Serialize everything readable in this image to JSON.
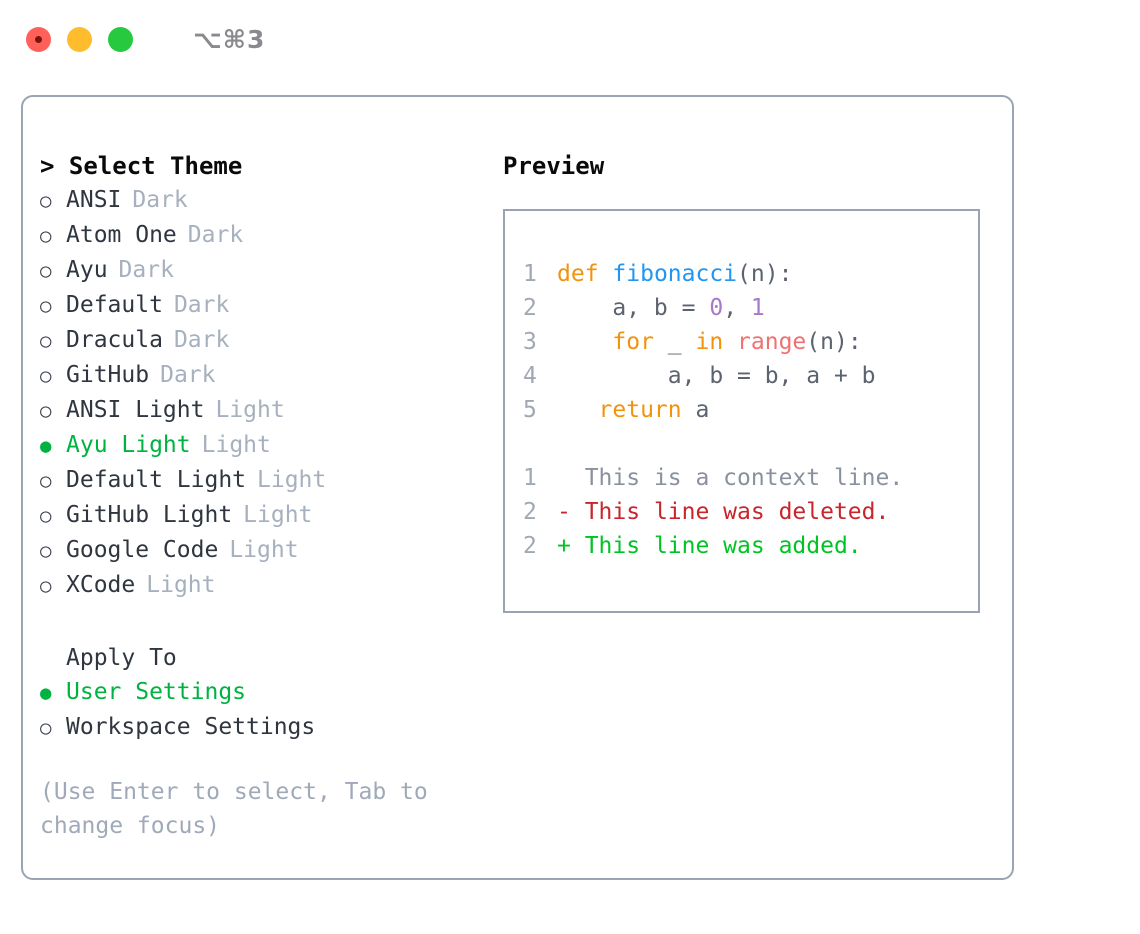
{
  "titlebar": {
    "shortcut": "⌥⌘3",
    "buttons": [
      {
        "name": "close",
        "color": "#FF6059"
      },
      {
        "name": "minimize",
        "color": "#FFBD2E"
      },
      {
        "name": "maximize",
        "color": "#27C93F"
      }
    ]
  },
  "theme_list": {
    "header": "> Select Theme",
    "items": [
      {
        "bullet": "○",
        "label": "ANSI",
        "category": "Dark",
        "selected": false
      },
      {
        "bullet": "○",
        "label": "Atom One",
        "category": "Dark",
        "selected": false
      },
      {
        "bullet": "○",
        "label": "Ayu",
        "category": "Dark",
        "selected": false
      },
      {
        "bullet": "○",
        "label": "Default",
        "category": "Dark",
        "selected": false
      },
      {
        "bullet": "○",
        "label": "Dracula",
        "category": "Dark",
        "selected": false
      },
      {
        "bullet": "○",
        "label": "GitHub",
        "category": "Dark",
        "selected": false
      },
      {
        "bullet": "○",
        "label": "ANSI Light",
        "category": "Light",
        "selected": false
      },
      {
        "bullet": "●",
        "label": "Ayu Light",
        "category": "Light",
        "selected": true
      },
      {
        "bullet": "○",
        "label": "Default Light",
        "category": "Light",
        "selected": false
      },
      {
        "bullet": "○",
        "label": "GitHub Light",
        "category": "Light",
        "selected": false
      },
      {
        "bullet": "○",
        "label": "Google Code",
        "category": "Light",
        "selected": false
      },
      {
        "bullet": "○",
        "label": "XCode",
        "category": "Light",
        "selected": false
      }
    ]
  },
  "apply_to": {
    "header": "Apply To",
    "items": [
      {
        "bullet": "●",
        "label": "User Settings",
        "selected": true
      },
      {
        "bullet": "○",
        "label": "Workspace Settings",
        "selected": false
      }
    ]
  },
  "hint": "(Use Enter to select, Tab to change focus)",
  "preview": {
    "title": "Preview",
    "code_lines": [
      {
        "ln": "1",
        "tokens": [
          {
            "t": "def",
            "c": "kw"
          },
          {
            "t": " ",
            "c": "pl"
          },
          {
            "t": "fibonacci",
            "c": "fn"
          },
          {
            "t": "(n):",
            "c": "pl"
          }
        ]
      },
      {
        "ln": "2",
        "tokens": [
          {
            "t": "    a, b = ",
            "c": "pl"
          },
          {
            "t": "0",
            "c": "num"
          },
          {
            "t": ", ",
            "c": "pl"
          },
          {
            "t": "1",
            "c": "num"
          }
        ]
      },
      {
        "ln": "3",
        "tokens": [
          {
            "t": "    ",
            "c": "pl"
          },
          {
            "t": "for",
            "c": "kw"
          },
          {
            "t": " _ ",
            "c": "pl"
          },
          {
            "t": "in",
            "c": "kw"
          },
          {
            "t": " ",
            "c": "pl"
          },
          {
            "t": "range",
            "c": "bi"
          },
          {
            "t": "(n):",
            "c": "pl"
          }
        ]
      },
      {
        "ln": "4",
        "tokens": [
          {
            "t": "        a, b = b, a + b",
            "c": "pl"
          }
        ]
      },
      {
        "ln": "5",
        "tokens": [
          {
            "t": "   ",
            "c": "pl"
          },
          {
            "t": "return",
            "c": "kw"
          },
          {
            "t": " a",
            "c": "pl"
          }
        ]
      }
    ],
    "diff_lines": [
      {
        "ln": "1",
        "marker": "  ",
        "text": "This is a context line.",
        "kind": "ctx"
      },
      {
        "ln": "2",
        "marker": "- ",
        "text": "This line was deleted.",
        "kind": "del"
      },
      {
        "ln": "2",
        "marker": "+ ",
        "text": "This line was added.",
        "kind": "add"
      }
    ]
  },
  "colors": {
    "accent_green": "#00B341",
    "keyword_orange": "#F2930D",
    "function_blue": "#2196F3",
    "number_purple": "#A37ACC",
    "builtin_red": "#F07171",
    "diff_delete": "#C9252D",
    "diff_add": "#00C424",
    "muted_gray": "#A7B0BE",
    "border_gray": "#9AA4B2"
  }
}
